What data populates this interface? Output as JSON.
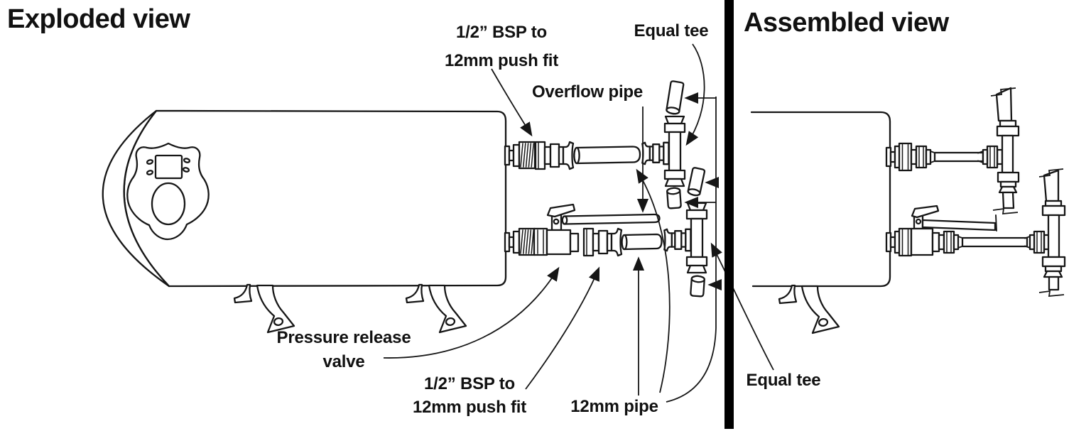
{
  "diagram": {
    "type": "plumbing installation diagram",
    "subject": "Horizontal water heater with pressure release valve, overflow pipe and equal tee pipework",
    "colors": {
      "ink": "#161616",
      "background": "#ffffff",
      "divider": "#000000"
    },
    "exploded": {
      "title": "Exploded view"
    },
    "assembled": {
      "title": "Assembled view"
    },
    "callouts": {
      "push_fit_top": {
        "line1": "1/2” BSP to",
        "line2": "12mm push fit"
      },
      "overflow_pipe": {
        "text": "Overflow pipe"
      },
      "equal_tee_top": {
        "text": "Equal tee"
      },
      "pressure_release_valve": {
        "line1": "Pressure release",
        "line2": "valve"
      },
      "push_fit_bottom": {
        "line1": "1/2” BSP to",
        "line2": "12mm push fit"
      },
      "pipe_12mm": {
        "text": "12mm pipe"
      },
      "equal_tee_bottom": {
        "text": "Equal tee"
      }
    }
  }
}
